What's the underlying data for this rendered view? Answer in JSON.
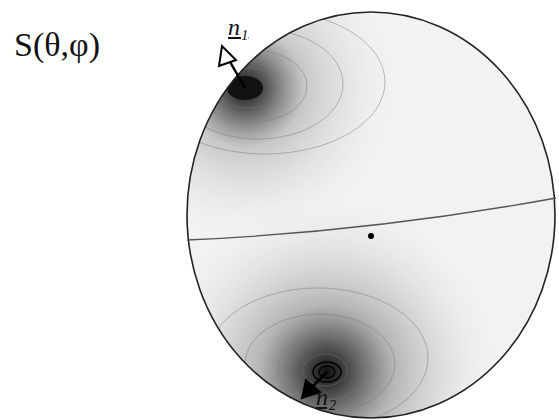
{
  "diagram": {
    "labels": [
      "S(θ,φ)",
      "n₁",
      "n₂"
    ]
  }
}
